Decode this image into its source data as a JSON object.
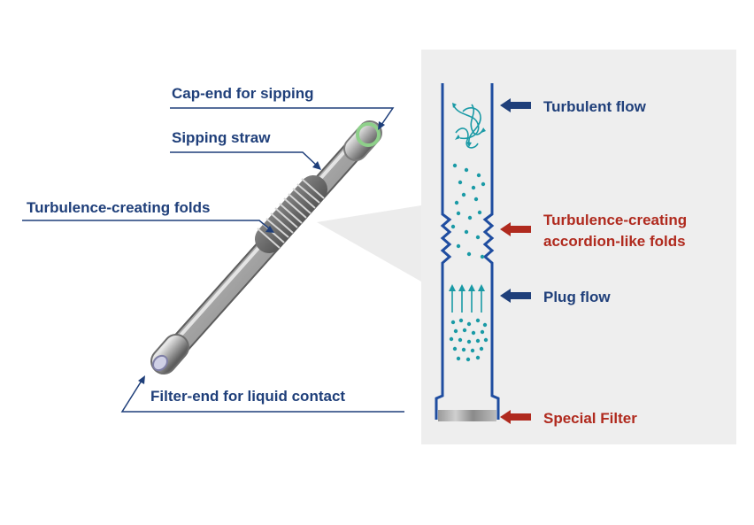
{
  "left_labels": {
    "cap_end": "Cap-end for sipping",
    "sipping_straw": "Sipping straw",
    "turbulence_folds": "Turbulence-creating folds",
    "filter_end": "Filter-end for liquid contact"
  },
  "right_labels": {
    "turbulent_flow": "Turbulent flow",
    "accordion_line1": "Turbulence-creating",
    "accordion_line2": "accordion-like folds",
    "plug_flow": "Plug flow",
    "special_filter": "Special Filter"
  },
  "colors": {
    "label_blue": "#1f3f7a",
    "label_red": "#b02a1e",
    "tube_outline": "#1f4da0",
    "particle_teal": "#1a9aa6",
    "panel_bg": "#eeeeee",
    "cap_green": "#8ed08a"
  },
  "icons": {
    "arrow_pointer": "left-pointing block arrow",
    "flow_arrows": "upward thin arrows"
  }
}
